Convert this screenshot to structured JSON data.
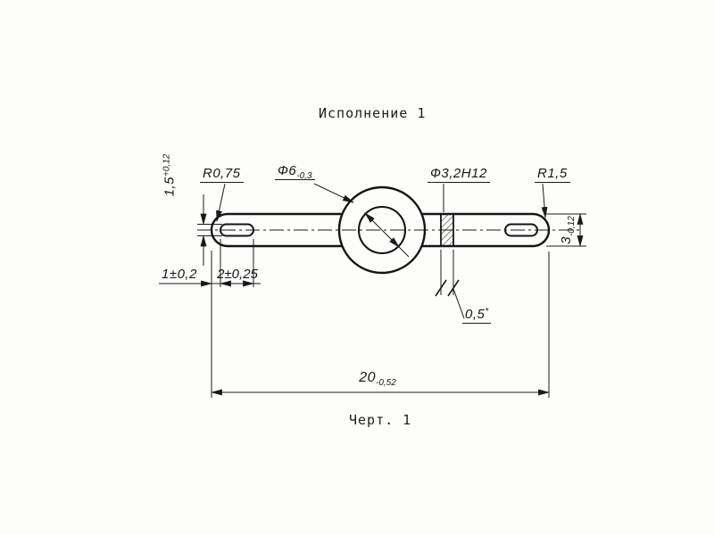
{
  "title": "Исполнение 1",
  "caption": "Черт. 1",
  "dims": {
    "slot_radius": "R0,75",
    "outer_dia_main": "Ф6",
    "outer_dia_tol": "-0,3",
    "hole_dia": "Ф3,2H12",
    "end_radius": "R1,5",
    "slot_width_main": "1,5",
    "slot_width_tol": "+0,12",
    "end_offset": "1±0,2",
    "slot_length": "2±0,25",
    "strip_width_main": "3",
    "strip_width_tol": "-0,12",
    "band_width_main": "0,5",
    "band_width_mark": "*",
    "overall_main": "20",
    "overall_tol": "-0,52"
  }
}
